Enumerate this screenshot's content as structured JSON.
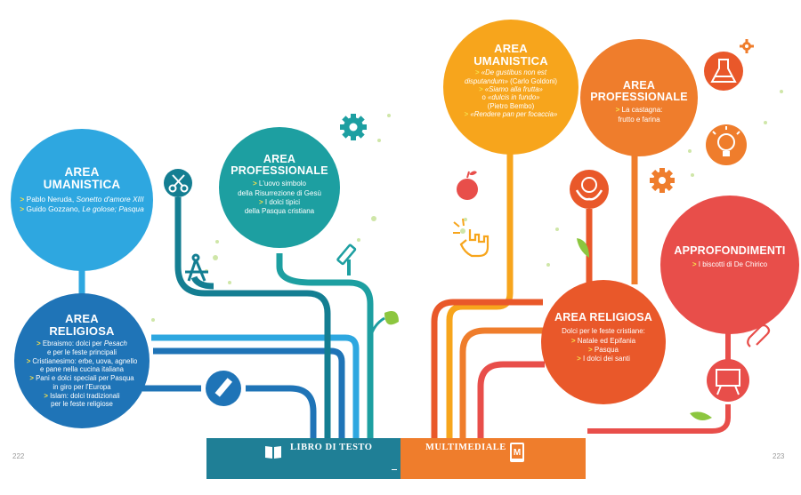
{
  "pages": {
    "left": "222",
    "right": "223"
  },
  "bottom_bar": {
    "left_label": "LIBRO DI TESTO",
    "right_label": "MULTIMEDIALE"
  },
  "colors": {
    "blue_light": "#2ea7e0",
    "blue_dark": "#1f74b7",
    "teal": "#1d9fa1",
    "teal_dark": "#147e92",
    "yellow": "#f7a51c",
    "orange": "#ef7d2c",
    "red_orange": "#e9582a",
    "red": "#e84e4a",
    "green": "#8cc63f"
  },
  "left_nodes": {
    "umanistica": {
      "title1": "AREA",
      "title2": "UMANISTICA",
      "l1a": "Pablo Neruda, ",
      "l1b": "Sonetto d'amore XIII",
      "l2a": "Guido Gozzano, ",
      "l2b": "Le golose; Pasqua"
    },
    "professionale": {
      "title1": "AREA",
      "title2": "PROFESSIONALE",
      "l1": "L'uovo simbolo",
      "l1b": "della Risurrezione di Gesù",
      "l2": "I dolci tipici",
      "l2b": "della Pasqua cristiana"
    },
    "religiosa": {
      "title1": "AREA",
      "title2": "RELIGIOSA",
      "l1a": "Ebraismo: dolci per ",
      "l1b": "Pesach",
      "l1c": "e per le feste principali",
      "l2a": "Cristianesimo: erbe, uova, agnello",
      "l2b": "e pane nella cucina italiana",
      "l3a": "Pani e dolci speciali per Pasqua",
      "l3b": "in giro per l'Europa",
      "l4a": "Islam: dolci tradizionali",
      "l4b": "per le feste religiose"
    }
  },
  "right_nodes": {
    "umanistica": {
      "title1": "AREA",
      "title2": "UMANISTICA",
      "l1a": "«De gustibus non est",
      "l1b": "disputandum»",
      "l1c": " (Carlo Goldoni)",
      "l2a": "«Siamo alla frutta»",
      "l2b": "o ",
      "l2c": "«dulcis in fundo»",
      "l2d": "(Pietro Bembo)",
      "l3a": "«Rendere pan per focaccia»"
    },
    "professionale": {
      "title1": "AREA",
      "title2": "PROFESSIONALE",
      "l1a": "La castagna:",
      "l1b": "frutto e farina"
    },
    "approfondimenti": {
      "title": "APPROFONDIMENTI",
      "l1": "I biscotti di De Chirico"
    },
    "religiosa": {
      "title": "AREA RELIGIOSA",
      "intro": "Dolci per le feste cristiane:",
      "l1": "Natale ed Epifania",
      "l2": "Pasqua",
      "l3": "I dolci dei santi"
    }
  },
  "icons": [
    "scissors-icon",
    "compass-icon",
    "pencil-icon",
    "gear-icon",
    "apple-icon",
    "hand-pointer-icon",
    "leaf-icon",
    "globe-hands-icon",
    "flask-icon",
    "lightbulb-icon",
    "paperclip-icon",
    "presentation-board-icon",
    "book-icon",
    "tablet-icon"
  ]
}
